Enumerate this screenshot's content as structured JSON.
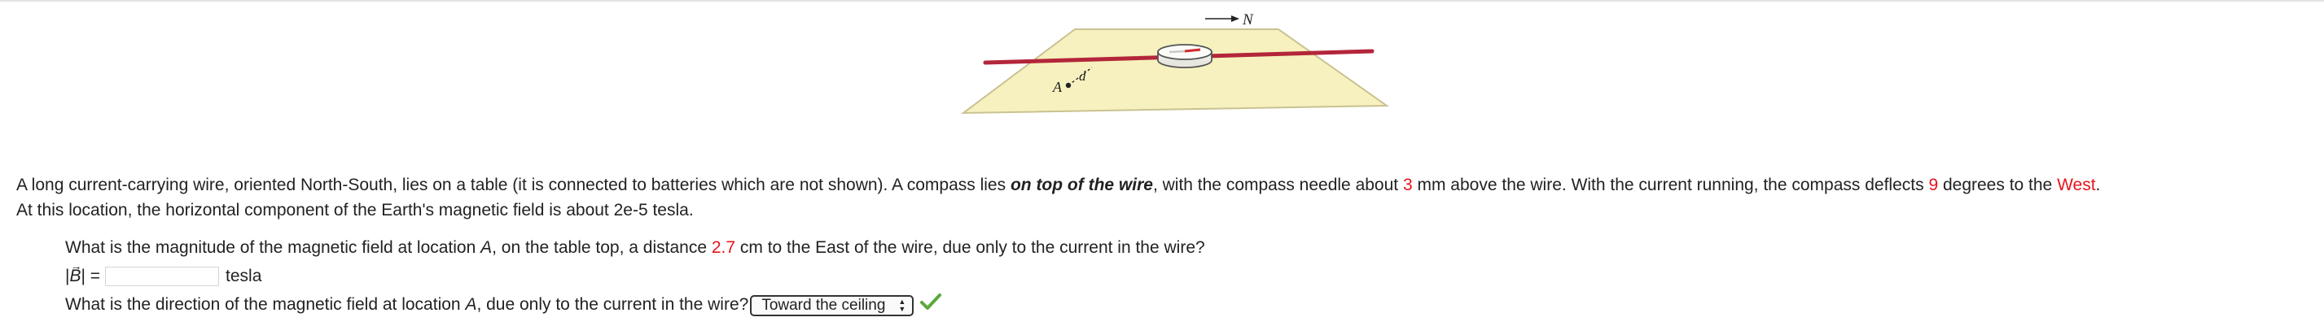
{
  "figure": {
    "north_label": "N",
    "point_label": "A",
    "distance_label": "d",
    "colors": {
      "table": "#f6f1bf",
      "table_edge": "#c9c291",
      "wire": "#b3263a",
      "needle": "#d42a2a"
    }
  },
  "problem": {
    "part1": "A long current-carrying wire, oriented North-South, lies on a table (it is connected to batteries which are not shown). A compass lies ",
    "emphasis": "on top of the wire",
    "part2": ", with the compass needle about ",
    "height_value": "3",
    "part3": " mm above the wire. With the current running, the compass deflects ",
    "deflection_value": "9",
    "part4": " degrees to the ",
    "deflection_direction": "West",
    "part5": ".",
    "line2": "At this location, the horizontal component of the Earth's magnetic field is about 2e-5 tesla."
  },
  "question1": {
    "part1": "What is the magnitude of the magnetic field at location ",
    "location": "A",
    "part2": ", on the table top, a distance ",
    "distance_value": "2.7",
    "part3": " cm to the East of the wire, due only to the current in the wire?",
    "answer_prefix_open": "|",
    "answer_symbol": "B",
    "answer_symbol_arrow": "→",
    "answer_prefix_close": "| =",
    "answer_value": "",
    "answer_unit": "tesla"
  },
  "question2": {
    "part1": "What is the direction of the magnetic field at location ",
    "location": "A",
    "part2": ", due only to the current in the wire?",
    "selected_option": "Toward the ceiling",
    "status": "correct"
  }
}
